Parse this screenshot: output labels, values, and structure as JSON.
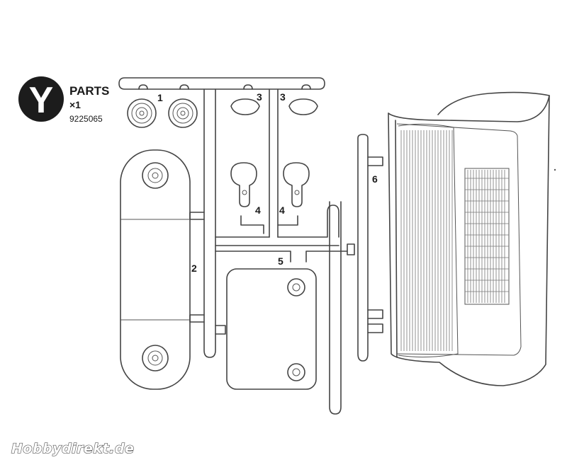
{
  "sheet": {
    "letter": "Y",
    "title": "PARTS",
    "quantity": "×1",
    "code": "9225065"
  },
  "labels": [
    "1",
    "2",
    "3",
    "3",
    "4",
    "4",
    "5",
    "6"
  ],
  "watermark": "Hobbydirekt.de"
}
